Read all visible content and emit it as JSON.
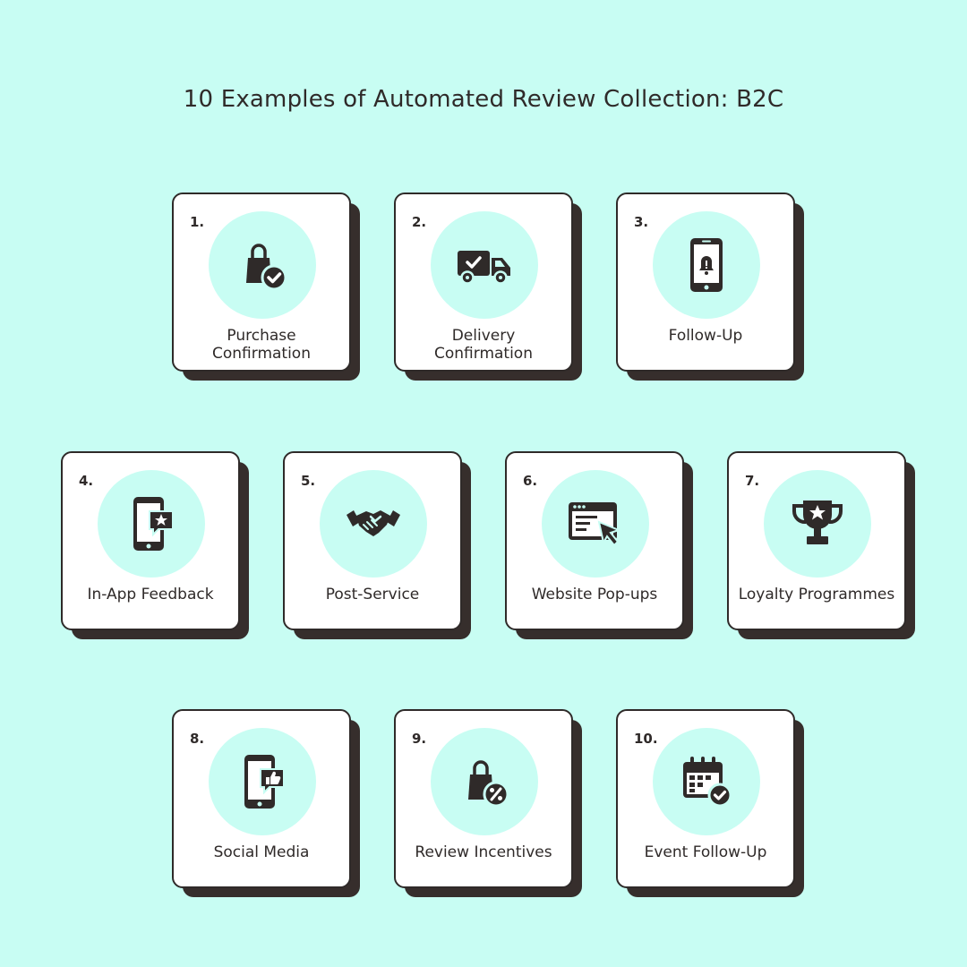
{
  "title": "10 Examples of Automated Review Collection: B2C",
  "colors": {
    "background": "#c8fdf3",
    "card": "#ffffff",
    "shadow": "#362e2c",
    "ink": "#2f2a29"
  },
  "items": [
    {
      "number": "1.",
      "label": "Purchase Confirmation",
      "icon": "shopping-bag-check-icon"
    },
    {
      "number": "2.",
      "label": "Delivery Confirmation",
      "icon": "delivery-truck-check-icon"
    },
    {
      "number": "3.",
      "label": "Follow-Up",
      "icon": "phone-alert-icon"
    },
    {
      "number": "4.",
      "label": "In-App Feedback",
      "icon": "phone-star-message-icon"
    },
    {
      "number": "5.",
      "label": "Post-Service",
      "icon": "handshake-icon"
    },
    {
      "number": "6.",
      "label": "Website Pop-ups",
      "icon": "browser-cursor-icon"
    },
    {
      "number": "7.",
      "label": "Loyalty Programmes",
      "icon": "trophy-star-icon"
    },
    {
      "number": "8.",
      "label": "Social Media",
      "icon": "phone-thumbs-up-icon"
    },
    {
      "number": "9.",
      "label": "Review Incentives",
      "icon": "shopping-bag-percent-icon"
    },
    {
      "number": "10.",
      "label": "Event Follow-Up",
      "icon": "calendar-check-icon"
    }
  ]
}
